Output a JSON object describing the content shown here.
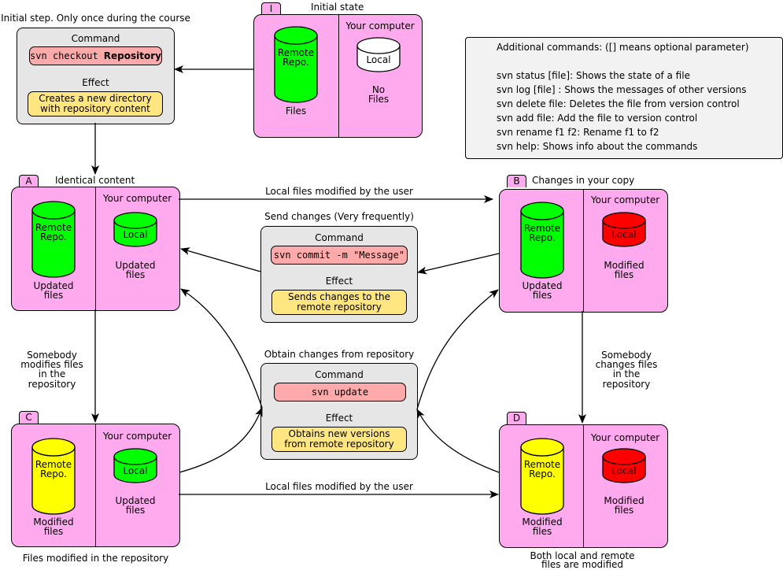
{
  "initial": {
    "header": "Initial step. Only once during the course",
    "command_title": "Command",
    "command_prefix": "svn checkout",
    "command_bold": "Repository",
    "effect_title": "Effect",
    "effect_lines": [
      "Creates a new directory",
      "with repository content"
    ]
  },
  "state_i": {
    "tab": "I",
    "title": "Initial state",
    "remote_label": [
      "Remote",
      "Repo."
    ],
    "remote_caption": "Files",
    "computer_title": "Your computer",
    "local_label": "Local",
    "local_caption": [
      "No",
      "Files"
    ]
  },
  "additional": {
    "title": "Additional commands: ([] means optional parameter)",
    "lines": [
      "svn status [file]: Shows the state of a file",
      "svn log [file] : Shows the messages of other versions",
      "svn delete file: Deletes the file from version control",
      "svn add file: Add the file to version control",
      "svn rename f1 f2: Rename f1 to f2",
      "svn help: Shows info about the commands"
    ]
  },
  "state_a": {
    "tab": "A",
    "title": "Identical content",
    "remote_label": [
      "Remote",
      "Repo."
    ],
    "remote_caption": [
      "Updated",
      "files"
    ],
    "computer_title": "Your computer",
    "local_label": "Local",
    "local_caption": [
      "Updated",
      "files"
    ]
  },
  "state_b": {
    "tab": "B",
    "title": "Changes in your copy",
    "remote_label": [
      "Remote",
      "Repo."
    ],
    "remote_caption": [
      "Updated",
      "files"
    ],
    "computer_title": "Your computer",
    "local_label": "Local",
    "local_caption": [
      "Modified",
      "files"
    ]
  },
  "state_c": {
    "tab": "C",
    "title": "Files modified in the repository",
    "remote_label": [
      "Remote",
      "Repo."
    ],
    "remote_caption": [
      "Modified",
      "files"
    ],
    "computer_title": "Your computer",
    "local_label": "Local",
    "local_caption": [
      "Updated",
      "files"
    ]
  },
  "state_d": {
    "tab": "D",
    "title": [
      "Both local and remote",
      "files are modified"
    ],
    "remote_label": [
      "Remote",
      "Repo."
    ],
    "remote_caption": [
      "Modified",
      "files"
    ],
    "computer_title": "Your computer",
    "local_label": "Local",
    "local_caption": [
      "Modified",
      "files"
    ]
  },
  "commit": {
    "header": "Send changes (Very frequently)",
    "command_title": "Command",
    "command": "svn commit -m \"Message\"",
    "effect_title": "Effect",
    "effect_lines": [
      "Sends changes to the",
      "remote repository"
    ]
  },
  "update": {
    "header": "Obtain changes from repository",
    "command_title": "Command",
    "command": "svn update",
    "effect_title": "Effect",
    "effect_lines": [
      "Obtains new versions",
      "from remote repository"
    ]
  },
  "edges": {
    "a_to_b": "Local files modified by the user",
    "c_to_d": "Local files modified by the user",
    "a_to_c": [
      "Somebody",
      "modifies files",
      "in the",
      "repository"
    ],
    "b_to_d": [
      "Somebody",
      "changes files",
      "in the",
      "repository"
    ]
  },
  "colors": {
    "state_fill": "#ffaaee",
    "box_fill": "#e6e6e6",
    "command_fill": "#ffaaaa",
    "effect_fill": "#ffe680",
    "remote_updated": "#00ff00",
    "remote_modified": "#ffff00",
    "local_updated": "#00ff00",
    "local_modified": "#ff0000",
    "local_empty": "#ffffff",
    "additional_fill": "#f2f2f2"
  }
}
